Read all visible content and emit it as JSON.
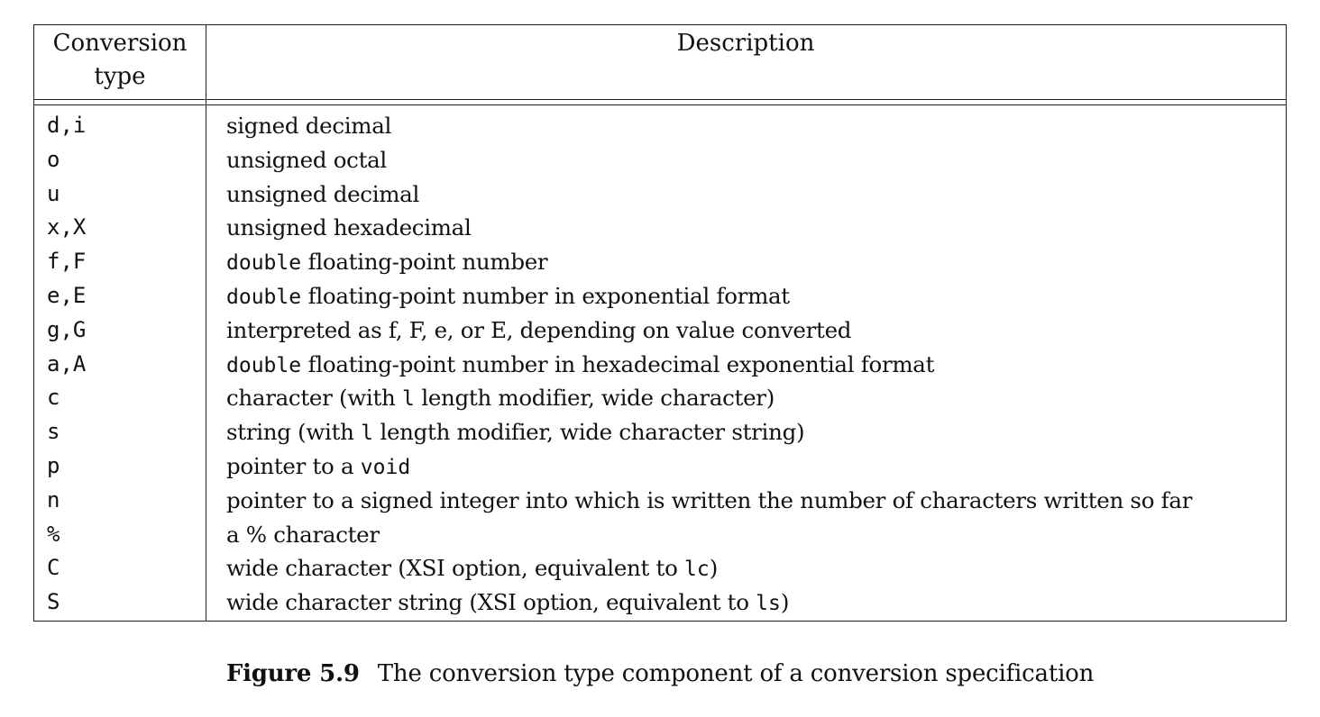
{
  "header": {
    "conversion_line1": "Conversion",
    "conversion_line2": "type",
    "description": "Description"
  },
  "rows": [
    {
      "type": "d,i",
      "desc": [
        {
          "text": "signed decimal"
        }
      ]
    },
    {
      "type": "o",
      "desc": [
        {
          "text": "unsigned octal"
        }
      ]
    },
    {
      "type": "u",
      "desc": [
        {
          "text": "unsigned decimal"
        }
      ]
    },
    {
      "type": "x,X",
      "desc": [
        {
          "text": "unsigned hexadecimal"
        }
      ]
    },
    {
      "type": "f,F",
      "desc": [
        {
          "text": "double",
          "mono": true
        },
        {
          "text": " floating-point number"
        }
      ]
    },
    {
      "type": "e,E",
      "desc": [
        {
          "text": "double",
          "mono": true
        },
        {
          "text": " floating-point number in exponential format"
        }
      ]
    },
    {
      "type": "g,G",
      "desc": [
        {
          "text": "interpreted as f, F, e, or E, depending on value converted"
        }
      ]
    },
    {
      "type": "a,A",
      "desc": [
        {
          "text": "double",
          "mono": true
        },
        {
          "text": " floating-point number in hexadecimal exponential format"
        }
      ]
    },
    {
      "type": "c",
      "desc": [
        {
          "text": "character (with "
        },
        {
          "text": "l",
          "mono": true
        },
        {
          "text": " length modifier, wide character)"
        }
      ]
    },
    {
      "type": "s",
      "desc": [
        {
          "text": "string (with "
        },
        {
          "text": "l",
          "mono": true
        },
        {
          "text": " length modifier, wide character string)"
        }
      ]
    },
    {
      "type": "p",
      "desc": [
        {
          "text": "pointer to a "
        },
        {
          "text": "void",
          "mono": true
        }
      ]
    },
    {
      "type": "n",
      "desc": [
        {
          "text": "pointer to a signed integer into which is written the number of characters written so far"
        }
      ]
    },
    {
      "type": "%",
      "desc": [
        {
          "text": "a % character"
        }
      ]
    },
    {
      "type": "C",
      "desc": [
        {
          "text": "wide character (XSI option, equivalent to "
        },
        {
          "text": "lc",
          "mono": true
        },
        {
          "text": ")"
        }
      ]
    },
    {
      "type": "S",
      "desc": [
        {
          "text": "wide character string (XSI option, equivalent to "
        },
        {
          "text": "ls",
          "mono": true
        },
        {
          "text": ")"
        }
      ]
    }
  ],
  "caption": {
    "label": "Figure 5.9",
    "text": "The conversion type component of a conversion specification"
  }
}
